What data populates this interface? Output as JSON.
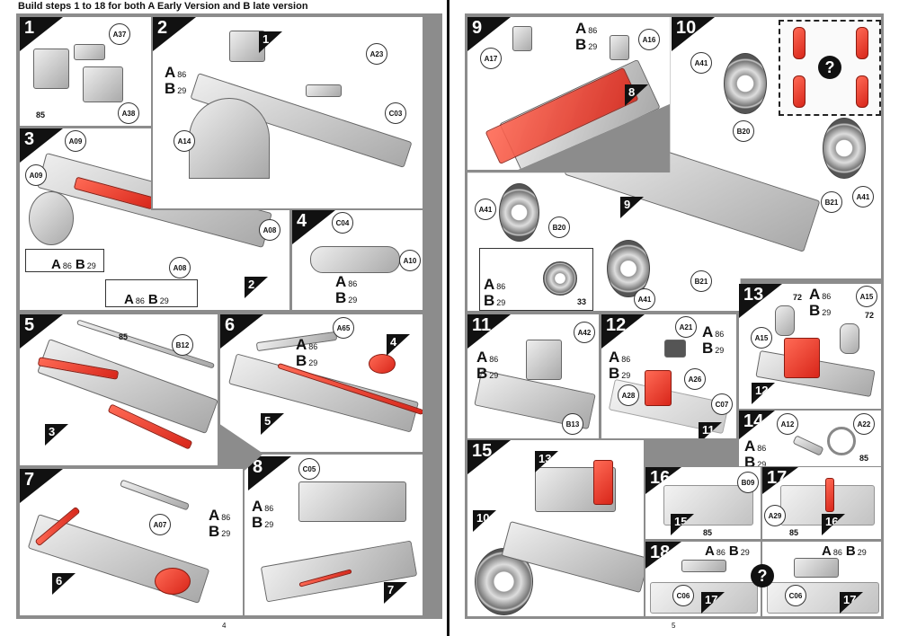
{
  "header": "Build steps 1 to 18 for both A Early Version and B late version",
  "variant": {
    "a": "A",
    "a_qty": "86",
    "b": "B",
    "b_qty": "29"
  },
  "pages": {
    "left": "4",
    "right": "5"
  },
  "steps": {
    "s1": {
      "number": "1",
      "parts": [
        "A37",
        "A38"
      ],
      "glue": "85"
    },
    "s2": {
      "number": "2",
      "parts": [
        "A23",
        "C03",
        "A14"
      ],
      "ref": "1"
    },
    "s3": {
      "number": "3",
      "parts": [
        "A09",
        "A09",
        "A08",
        "A08"
      ],
      "ref": "2"
    },
    "s4": {
      "number": "4",
      "parts": [
        "C04",
        "A10"
      ]
    },
    "s5": {
      "number": "5",
      "parts": [
        "B12"
      ],
      "glue": "85",
      "ref": "3"
    },
    "s6": {
      "number": "6",
      "parts": [
        "A65"
      ],
      "refs": [
        "4",
        "5"
      ]
    },
    "s7": {
      "number": "7",
      "parts": [
        "A07"
      ],
      "ref": "6"
    },
    "s8": {
      "number": "8",
      "parts": [
        "C05"
      ],
      "ref": "7"
    },
    "s9": {
      "number": "9",
      "parts": [
        "A17",
        "A16"
      ],
      "ref": "8"
    },
    "s10": {
      "number": "10",
      "parts": [
        "A41",
        "B20",
        "B21",
        "A41",
        "A41",
        "B20",
        "A41",
        "B21"
      ],
      "ref": "9",
      "inset_qty": "33",
      "question": "?"
    },
    "s11": {
      "number": "11",
      "parts": [
        "A42",
        "B13"
      ]
    },
    "s12": {
      "number": "12",
      "parts": [
        "A21",
        "A28",
        "A26",
        "C07"
      ],
      "ref": "11"
    },
    "s13": {
      "number": "13",
      "parts": [
        "A15",
        "A15"
      ],
      "paint": "72",
      "ref": "12"
    },
    "s14": {
      "number": "14",
      "parts": [
        "A12",
        "A22"
      ],
      "glue": "85"
    },
    "s15": {
      "number": "15",
      "refs": [
        "13",
        "10"
      ]
    },
    "s16": {
      "number": "16",
      "parts": [
        "B09"
      ],
      "glue": "85",
      "ref": "15"
    },
    "s17": {
      "number": "17",
      "parts": [
        "A29"
      ],
      "glue": "85",
      "ref": "16"
    },
    "s18": {
      "number": "18",
      "parts": [
        "C06",
        "C06"
      ],
      "ref": "17",
      "question": "?"
    }
  },
  "colors": {
    "frame": "#8c8c8c",
    "highlight": "#e8321f",
    "step_badge": "#111111"
  }
}
